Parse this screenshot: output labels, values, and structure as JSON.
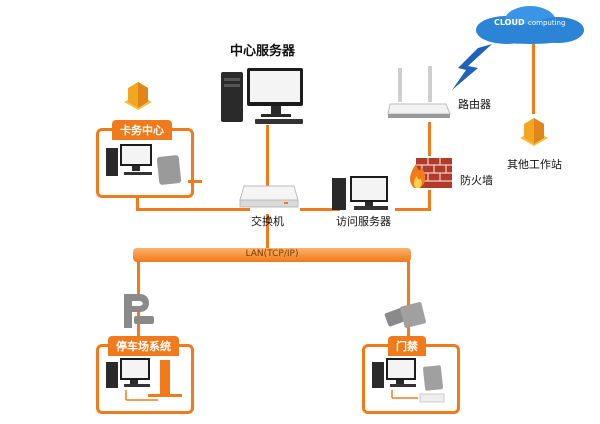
{
  "nodes": {
    "center_server": "中心服务器",
    "router": "路由器",
    "other_workstation": "其他工作站",
    "card_center": "卡务中心",
    "switch": "交换机",
    "access_server": "访问服务器",
    "firewall": "防火墙",
    "parking": "停车场系统",
    "door": "门禁"
  },
  "lan_label": "LAN(TCP/IP)",
  "cloud": {
    "brand": "CLOUD",
    "sub": "computing"
  },
  "colors": {
    "accent": "#f07a1c",
    "cloud": "#2b84d6"
  }
}
